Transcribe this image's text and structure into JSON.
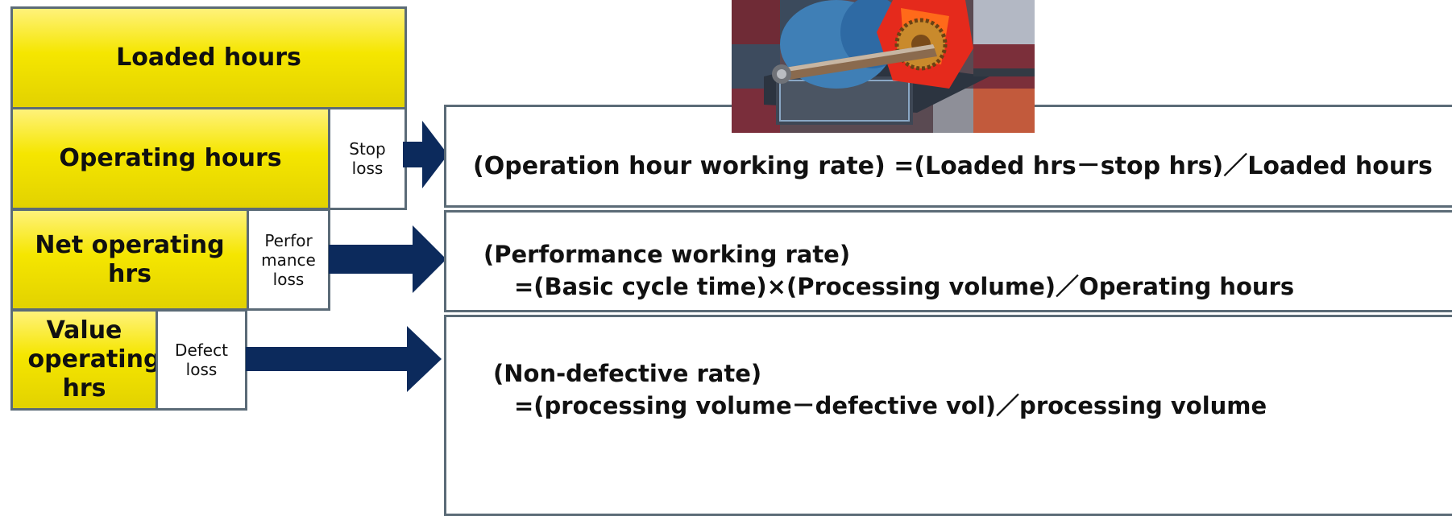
{
  "blocks": {
    "loaded": "Loaded hours",
    "operating": "Operating hours",
    "net": "Net operating hrs",
    "value": "Value operating hrs"
  },
  "losses": {
    "stop": "Stop loss",
    "performance": "Perfor mance loss",
    "defect": "Defect loss"
  },
  "formulas": {
    "operation": "(Operation hour working rate) =(Loaded hrs－stop hrs)／Loaded hours",
    "performance_title": "(Performance working rate)",
    "performance_expr": "=(Basic cycle time)×(Processing volume)／Operating hours",
    "defect_title": "(Non-defective rate)",
    "defect_expr": "=(processing volume－defective vol)／processing volume"
  },
  "colors": {
    "block_yellow": "#f5e600",
    "arrow_navy": "#0c2a5c",
    "border": "#5b6b77"
  },
  "images": {
    "photo": "gearbox-machine-photo"
  }
}
